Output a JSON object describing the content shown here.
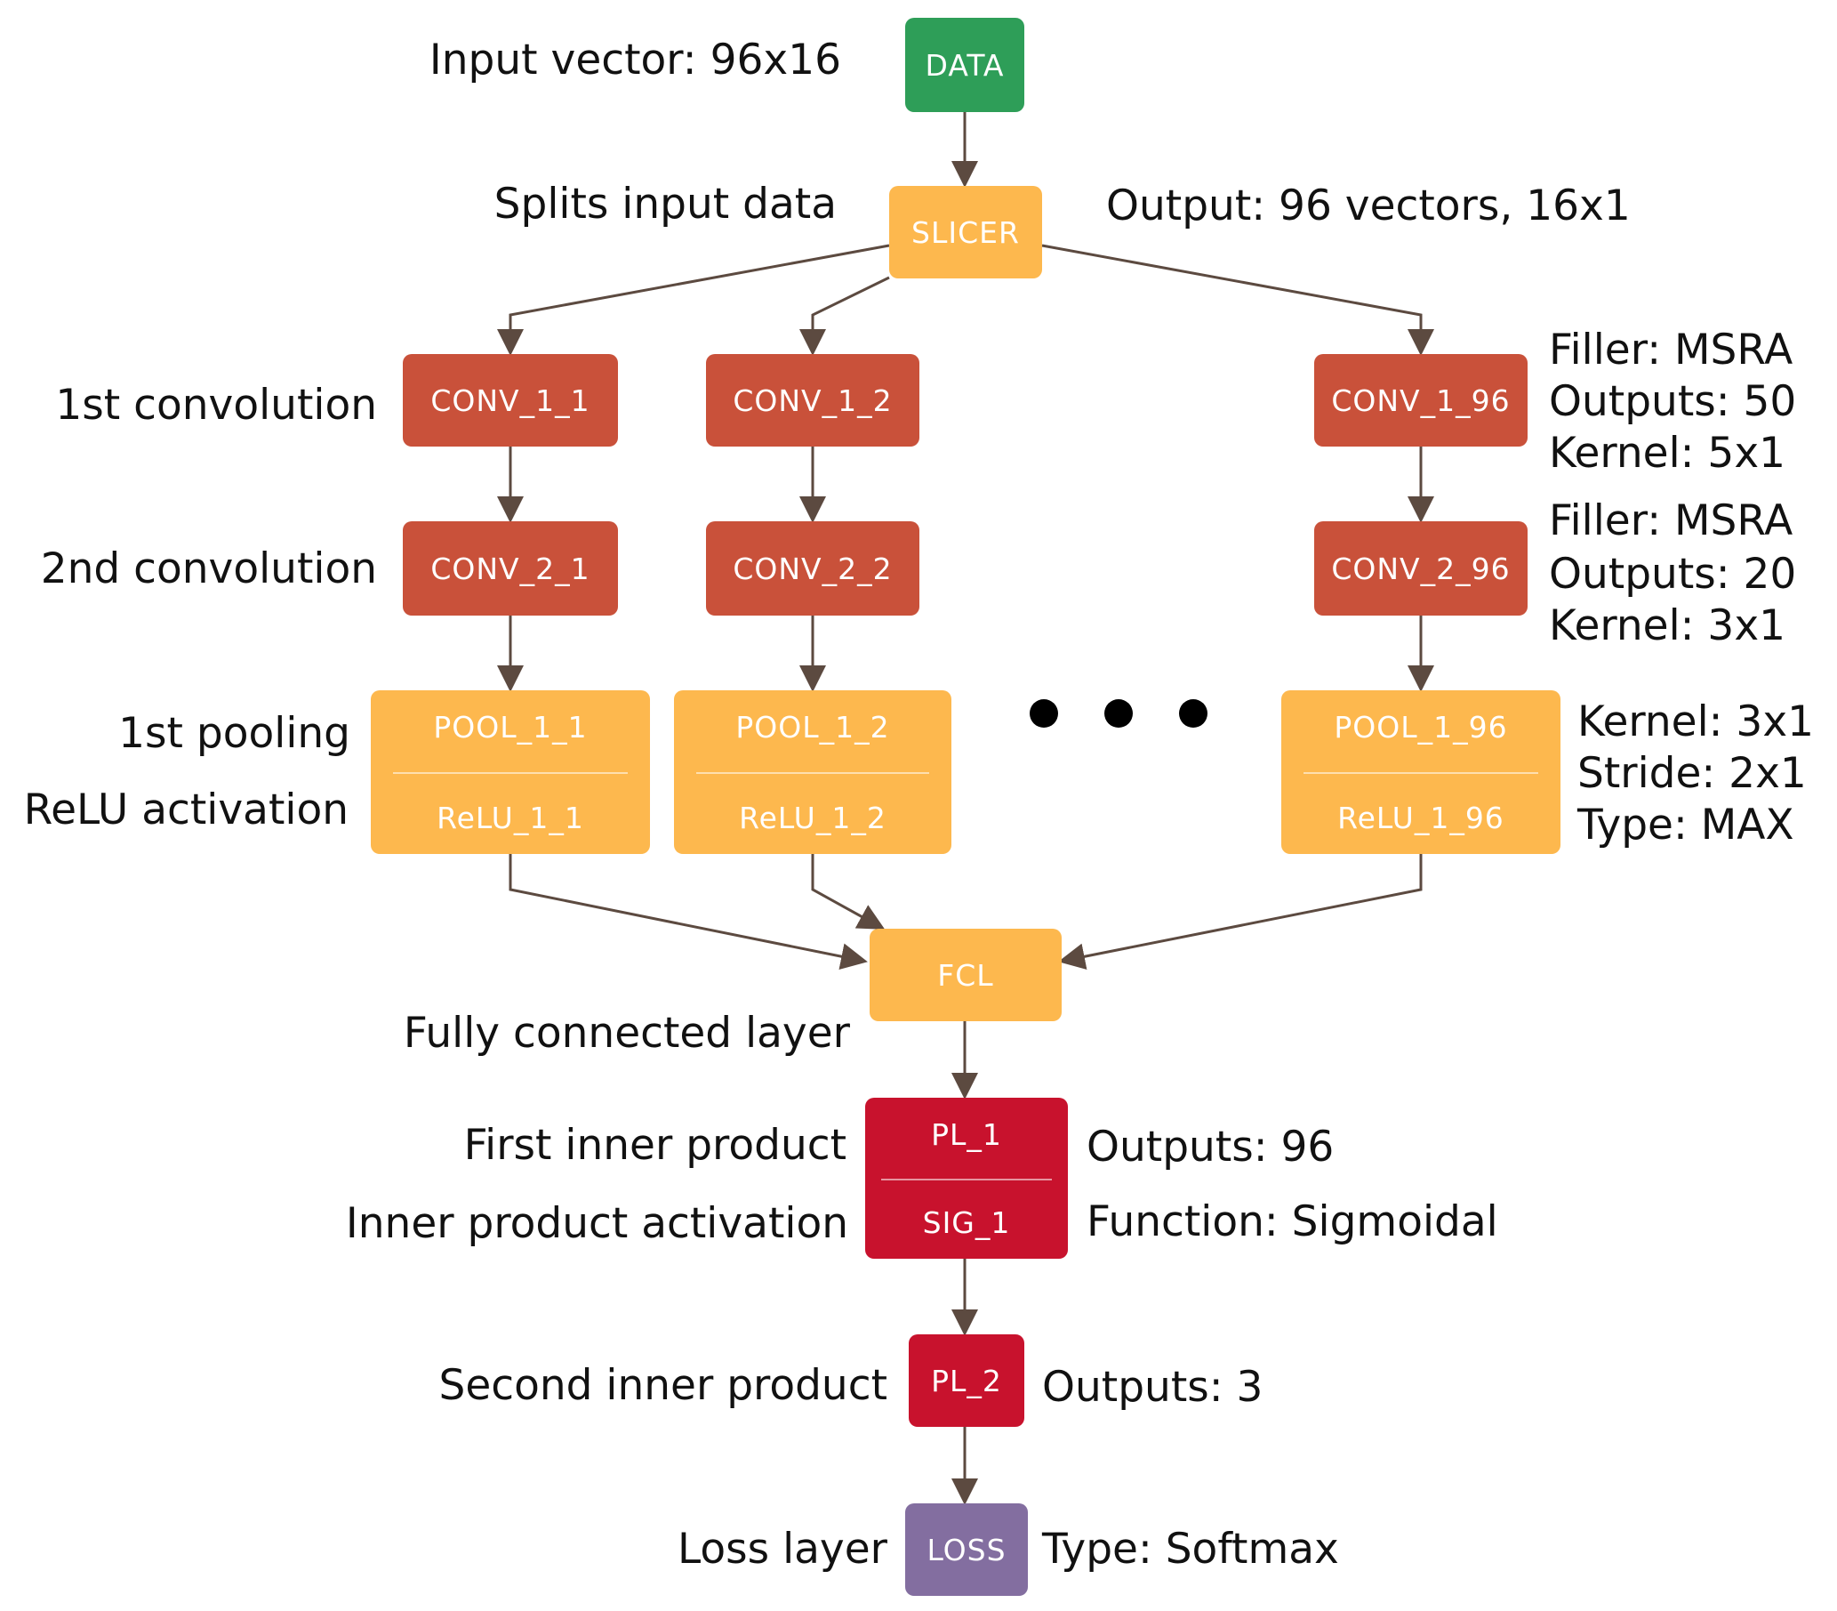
{
  "nodes": {
    "data": "DATA",
    "slicer": "SLICER",
    "conv_1_1": "CONV_1_1",
    "conv_1_2": "CONV_1_2",
    "conv_1_96": "CONV_1_96",
    "conv_2_1": "CONV_2_1",
    "conv_2_2": "CONV_2_2",
    "conv_2_96": "CONV_2_96",
    "pool_1_1": "POOL_1_1",
    "relu_1_1": "ReLU_1_1",
    "pool_1_2": "POOL_1_2",
    "relu_1_2": "ReLU_1_2",
    "pool_1_96": "POOL_1_96",
    "relu_1_96": "ReLU_1_96",
    "fcl": "FCL",
    "pl_1": "PL_1",
    "sig_1": "SIG_1",
    "pl_2": "PL_2",
    "loss": "LOSS"
  },
  "labels": {
    "input_vector": "Input vector: 96x16",
    "splits_input": "Splits input data",
    "slicer_output": "Output: 96 vectors, 16x1",
    "first_convolution": "1st convolution",
    "second_convolution": "2nd convolution",
    "first_pooling": "1st pooling",
    "relu_activation": "ReLU activation",
    "fully_connected": "Fully connected layer",
    "first_inner_product": "First inner product",
    "inner_product_activation": "Inner product activation",
    "second_inner_product": "Second inner product",
    "loss_layer": "Loss layer"
  },
  "params": {
    "conv1": [
      "Filler: MSRA",
      "Outputs: 50",
      "Kernel: 5x1"
    ],
    "conv2": [
      "Filler: MSRA",
      "Outputs: 20",
      "Kernel: 3x1"
    ],
    "pool": [
      "Kernel: 3x1",
      "Stride: 2x1",
      "Type: MAX"
    ],
    "pl_1_outputs": "Outputs: 96",
    "sig_function": "Function: Sigmoidal",
    "pl_2_outputs": "Outputs: 3",
    "loss_type": "Type: Softmax"
  },
  "colors": {
    "data": "#2e9e58",
    "slicer": "#fdb84e",
    "conv": "#c9513a",
    "pool": "#fdb84e",
    "fcl": "#fdb84e",
    "pl": "#c8122d",
    "loss": "#836ea0",
    "edge": "#5c4a40"
  }
}
